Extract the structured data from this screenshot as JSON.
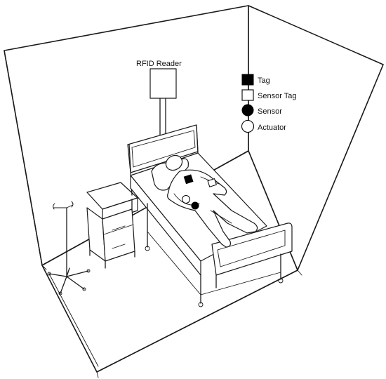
{
  "reader": {
    "label": "RFID Reader"
  },
  "legend": {
    "items": [
      {
        "label": "Tag",
        "symbol": "filled-square"
      },
      {
        "label": "Sensor Tag",
        "symbol": "empty-square"
      },
      {
        "label": "Sensor",
        "symbol": "filled-circle"
      },
      {
        "label": "Actuator",
        "symbol": "empty-circle"
      }
    ]
  },
  "colors": {
    "line": "#1a1a1a",
    "fill": "#ffffff",
    "marker": "#000000"
  }
}
